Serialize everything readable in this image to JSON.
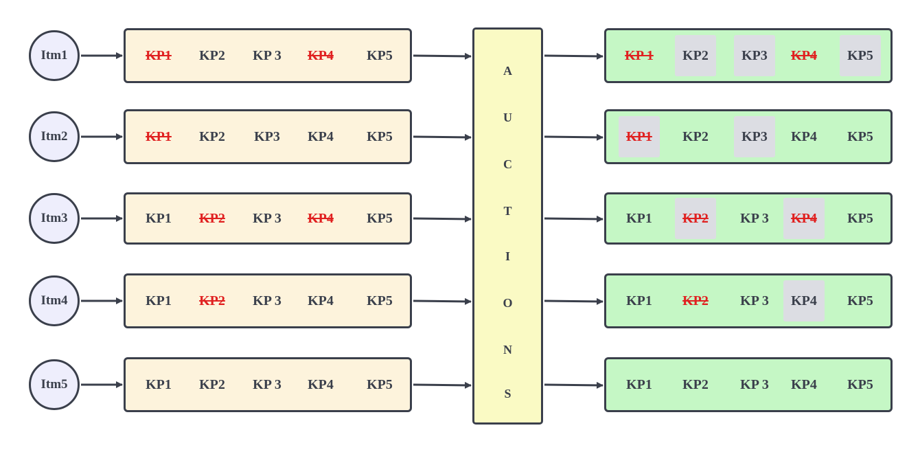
{
  "auction_label": [
    "A",
    "U",
    "C",
    "T",
    "I",
    "O",
    "N",
    "S"
  ],
  "rows": [
    {
      "item": "Itm1",
      "left": [
        {
          "label": "KP1",
          "struck": true
        },
        {
          "label": "KP2",
          "struck": false
        },
        {
          "label": "KP 3",
          "struck": false
        },
        {
          "label": "KP4",
          "struck": true
        },
        {
          "label": "KP5",
          "struck": false
        }
      ],
      "right": [
        {
          "label": "KP 1",
          "struck": true,
          "highlighted": false
        },
        {
          "label": "KP2",
          "struck": false,
          "highlighted": true
        },
        {
          "label": "KP3",
          "struck": false,
          "highlighted": true
        },
        {
          "label": "KP4",
          "struck": true,
          "highlighted": false
        },
        {
          "label": "KP5",
          "struck": false,
          "highlighted": true
        }
      ]
    },
    {
      "item": "Itm2",
      "left": [
        {
          "label": "KP1",
          "struck": true
        },
        {
          "label": "KP2",
          "struck": false
        },
        {
          "label": "KP3",
          "struck": false
        },
        {
          "label": "KP4",
          "struck": false
        },
        {
          "label": "KP5",
          "struck": false
        }
      ],
      "right": [
        {
          "label": "KP1",
          "struck": true,
          "highlighted": true
        },
        {
          "label": "KP2",
          "struck": false,
          "highlighted": false
        },
        {
          "label": "KP3",
          "struck": false,
          "highlighted": true
        },
        {
          "label": "KP4",
          "struck": false,
          "highlighted": false
        },
        {
          "label": "KP5",
          "struck": false,
          "highlighted": false
        }
      ]
    },
    {
      "item": "Itm3",
      "left": [
        {
          "label": "KP1",
          "struck": false
        },
        {
          "label": "KP2",
          "struck": true
        },
        {
          "label": "KP 3",
          "struck": false
        },
        {
          "label": "KP4",
          "struck": true
        },
        {
          "label": "KP5",
          "struck": false
        }
      ],
      "right": [
        {
          "label": "KP1",
          "struck": false,
          "highlighted": false
        },
        {
          "label": "KP2",
          "struck": true,
          "highlighted": true
        },
        {
          "label": "KP 3",
          "struck": false,
          "highlighted": false
        },
        {
          "label": "KP4",
          "struck": true,
          "highlighted": true
        },
        {
          "label": "KP5",
          "struck": false,
          "highlighted": false
        }
      ]
    },
    {
      "item": "Itm4",
      "left": [
        {
          "label": "KP1",
          "struck": false
        },
        {
          "label": "KP2",
          "struck": true
        },
        {
          "label": "KP 3",
          "struck": false
        },
        {
          "label": "KP4",
          "struck": false
        },
        {
          "label": "KP5",
          "struck": false
        }
      ],
      "right": [
        {
          "label": "KP1",
          "struck": false,
          "highlighted": false
        },
        {
          "label": "KP2",
          "struck": true,
          "highlighted": false
        },
        {
          "label": "KP 3",
          "struck": false,
          "highlighted": false
        },
        {
          "label": "KP4",
          "struck": false,
          "highlighted": true
        },
        {
          "label": "KP5",
          "struck": false,
          "highlighted": false
        }
      ]
    },
    {
      "item": "Itm5",
      "left": [
        {
          "label": "KP1",
          "struck": false
        },
        {
          "label": "KP2",
          "struck": false
        },
        {
          "label": "KP 3",
          "struck": false
        },
        {
          "label": "KP4",
          "struck": false
        },
        {
          "label": "KP5",
          "struck": false
        }
      ],
      "right": [
        {
          "label": "KP1",
          "struck": false,
          "highlighted": false
        },
        {
          "label": "KP2",
          "struck": false,
          "highlighted": false
        },
        {
          "label": "KP 3",
          "struck": false,
          "highlighted": false
        },
        {
          "label": "KP4",
          "struck": false,
          "highlighted": false
        },
        {
          "label": "KP5",
          "struck": false,
          "highlighted": false
        }
      ]
    }
  ],
  "colors": {
    "stroke": "#3a3f4b",
    "item_fill": "#eeeefc",
    "left_box_fill": "#fdf3dc",
    "right_box_fill": "#c5f7c5",
    "auction_fill": "#fafac4",
    "struck_text": "#e02020",
    "highlight_fill": "#dcdde3"
  }
}
